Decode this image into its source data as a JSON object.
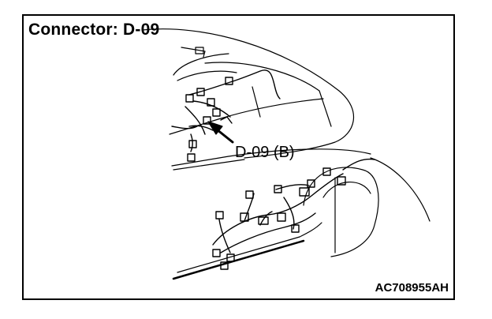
{
  "figure": {
    "title": "Connector: D-09",
    "callout_label": "D-09 (B)",
    "figure_code": "AC708955AH"
  },
  "colors": {
    "line": "#000000",
    "background": "#ffffff"
  }
}
